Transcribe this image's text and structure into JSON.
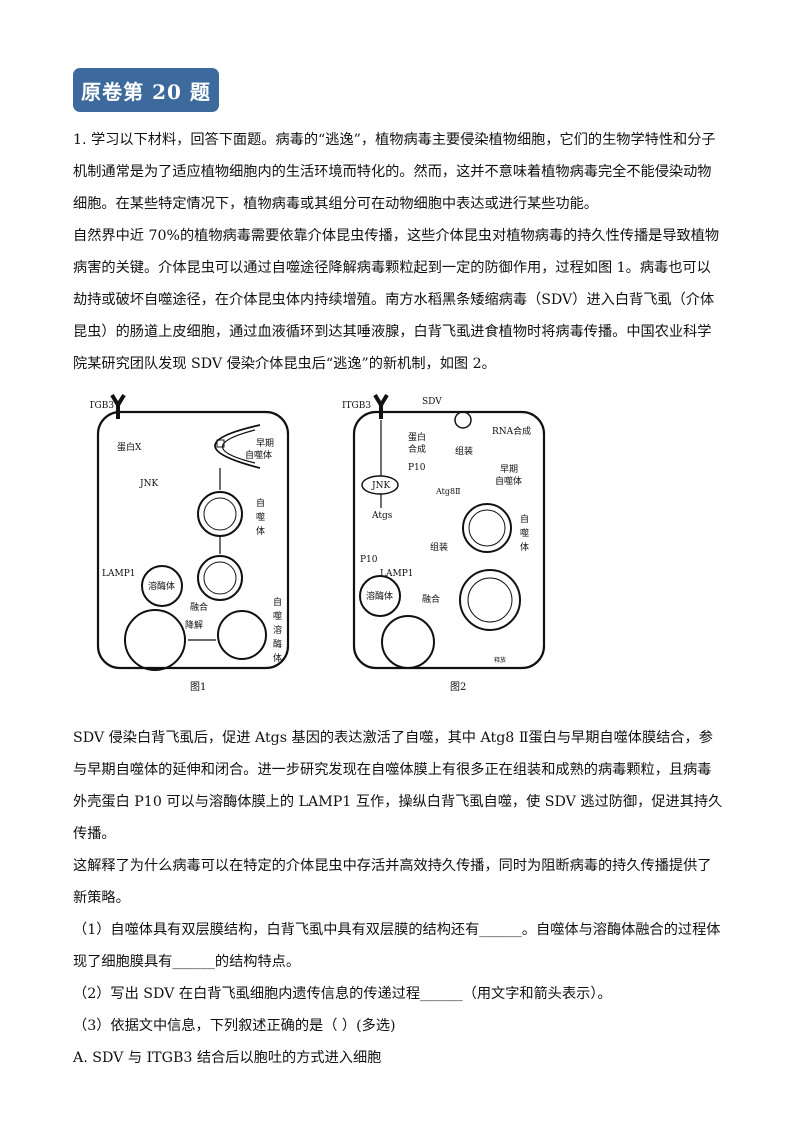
{
  "header": {
    "badge": "原卷第 20 题"
  },
  "intro": {
    "p1": "1. 学习以下材料，回答下面题。病毒的“逃逸”，植物病毒主要侵染植物细胞，它们的生物学特性和分子机制通常是为了适应植物细胞内的生活环境而特化的。然而，这并不意味着植物病毒完全不能侵染动物细胞。在某些特定情况下，植物病毒或其组分可在动物细胞中表达或进行某些功能。",
    "p2": "自然界中近 70%的植物病毒需要依靠介体昆虫传播，这些介体昆虫对植物病毒的持久性传播是导致植物病害的关键。介体昆虫可以通过自噬途径降解病毒颗粒起到一定的防御作用，过程如图 1。病毒也可以劫持或破坏自噬途径，在介体昆虫体内持续增殖。南方水稻黑条矮缩病毒（SDV）进入白背飞虱（介体昆虫）的肠道上皮细胞，通过血液循环到达其唾液腺，白背飞虱进食植物时将病毒传播。中国农业科学院某研究团队发现 SDV 侵染介体昆虫后“逃逸”的新机制，如图 2。"
  },
  "figure1": {
    "caption": "图1",
    "labels": {
      "itgb3": "ITGB3",
      "protein_x": "蛋白X",
      "early": "早期",
      "early2": "自噬体",
      "jnk": "JNK",
      "auto1": "自",
      "auto2": "噬",
      "auto3": "体",
      "lamp1": "LAMP1",
      "lyso": "溶酶体",
      "fuse": "融合",
      "degrade": "降解",
      "al1": "自",
      "al2": "噬",
      "al3": "溶",
      "al4": "酶",
      "al5": "体"
    }
  },
  "figure2": {
    "caption": "图2",
    "labels": {
      "itgb3": "ITGB3",
      "sdv": "SDV",
      "rna": "RNA合成",
      "protein1": "蛋白",
      "protein2": "合成",
      "assemble": "组装",
      "p10": "P10",
      "early": "早期",
      "early2": "自噬体",
      "jnk": "JNK",
      "atg8": "Atg8Ⅱ",
      "atgs": "Atgs",
      "auto1": "自",
      "auto2": "噬",
      "auto3": "体",
      "assemble2": "组装",
      "p10b": "P10",
      "lamp1": "LAMP1",
      "lyso": "溶酶体",
      "fuse": "融合",
      "release": "释放"
    }
  },
  "body": {
    "p3": "SDV 侵染白背飞虱后，促进 Atgs 基因的表达激活了自噬，其中 Atg8 Ⅱ蛋白与早期自噬体膜结合，参与早期自噬体的延伸和闭合。进一步研究发现在自噬体膜上有很多正在组装和成熟的病毒颗粒，且病毒外壳蛋白 P10 可以与溶酶体膜上的 LAMP1 互作，操纵白背飞虱自噬，使 SDV 逃过防御，促进其持久传播。",
    "p4": "这解释了为什么病毒可以在特定的介体昆虫中存活并高效持久传播，同时为阻断病毒的持久传播提供了新策略。",
    "q1": "（1）自噬体具有双层膜结构，白背飞虱中具有双层膜的结构还有______。自噬体与溶酶体融合的过程体现了细胞膜具有______的结构特点。",
    "q2": "（2）写出 SDV 在白背飞虱细胞内遗传信息的传递过程______（用文字和箭头表示）。",
    "q3": "（3）依据文中信息，下列叙述正确的是（    ）(多选)",
    "optA": "A. SDV 与 ITGB3 结合后以胞吐的方式进入细胞"
  }
}
